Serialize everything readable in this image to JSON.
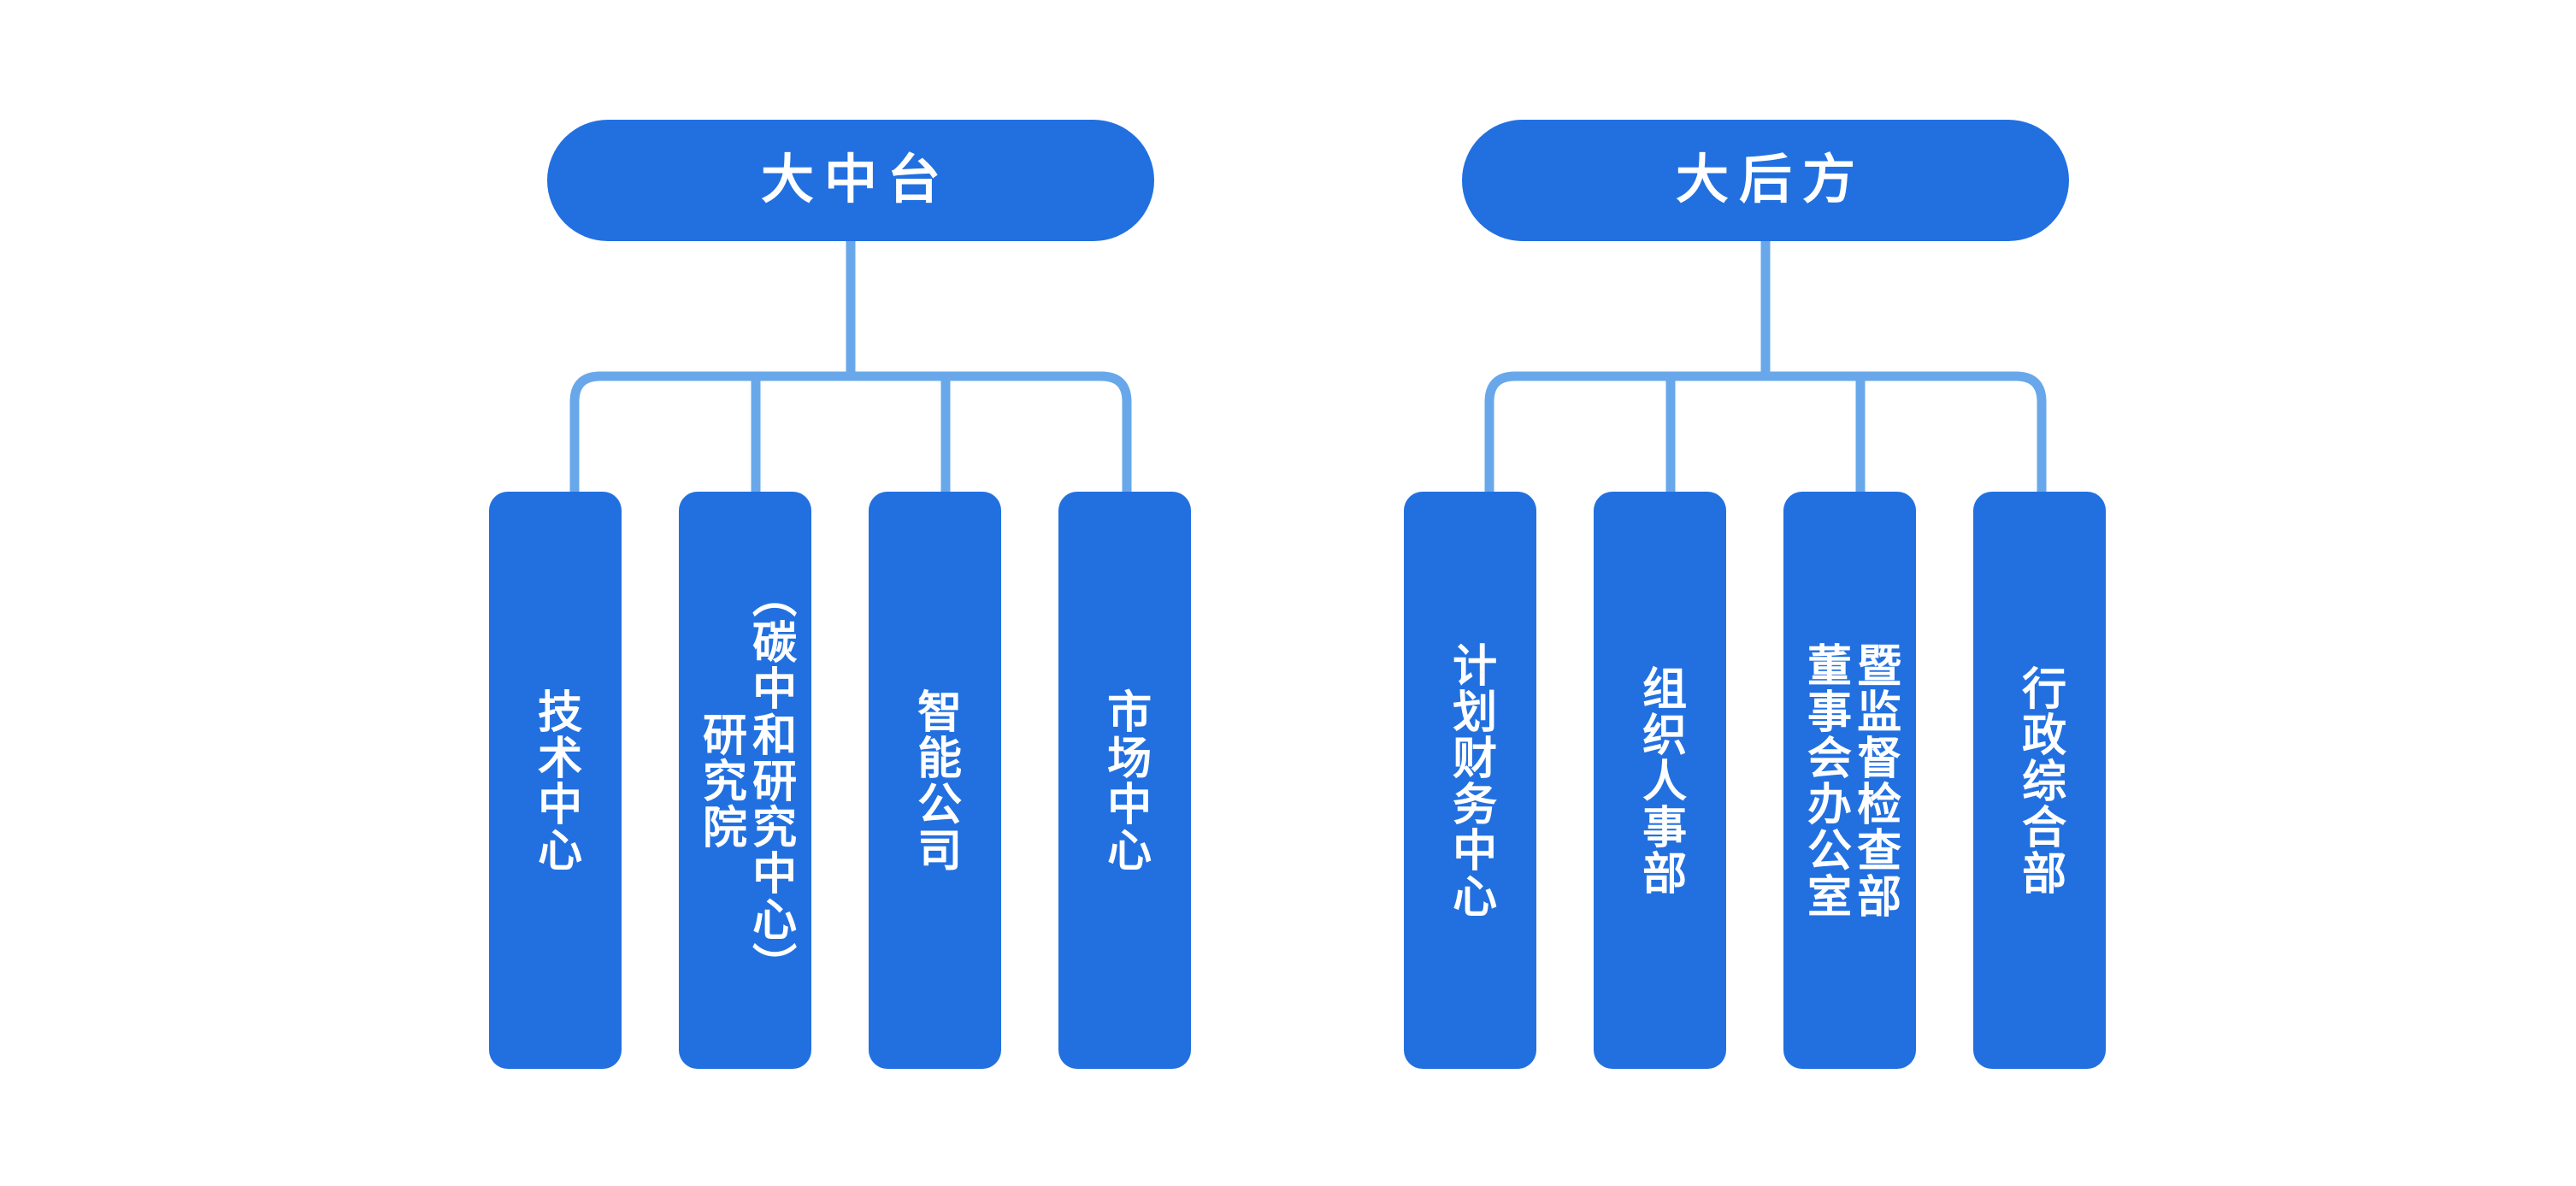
{
  "diagram": {
    "title_visible": false,
    "type": "organization-chart",
    "colors": {
      "node_fill": "#2270e0",
      "node_text": "#ffffff",
      "connector": "#68a8ea",
      "background": "#ffffff"
    },
    "groups": [
      {
        "id": "mid-platform",
        "root": {
          "label": "大中台"
        },
        "children": [
          {
            "id": "tech-center",
            "columns": [
              "技术中心"
            ]
          },
          {
            "id": "research-institute",
            "columns": [
              "（碳中和研究中心）",
              "研究院"
            ]
          },
          {
            "id": "intelligent-company",
            "columns": [
              "智能公司"
            ]
          },
          {
            "id": "market-center",
            "columns": [
              "市场中心"
            ]
          }
        ]
      },
      {
        "id": "rear-support",
        "root": {
          "label": "大后方"
        },
        "children": [
          {
            "id": "planning-finance-center",
            "columns": [
              "计划财务中心"
            ]
          },
          {
            "id": "org-hr-department",
            "columns": [
              "组织人事部"
            ]
          },
          {
            "id": "board-office-supervision",
            "columns": [
              "暨监督检查部",
              "董事会办公室"
            ]
          },
          {
            "id": "admin-general-department",
            "columns": [
              "行政综合部"
            ]
          }
        ]
      }
    ]
  }
}
